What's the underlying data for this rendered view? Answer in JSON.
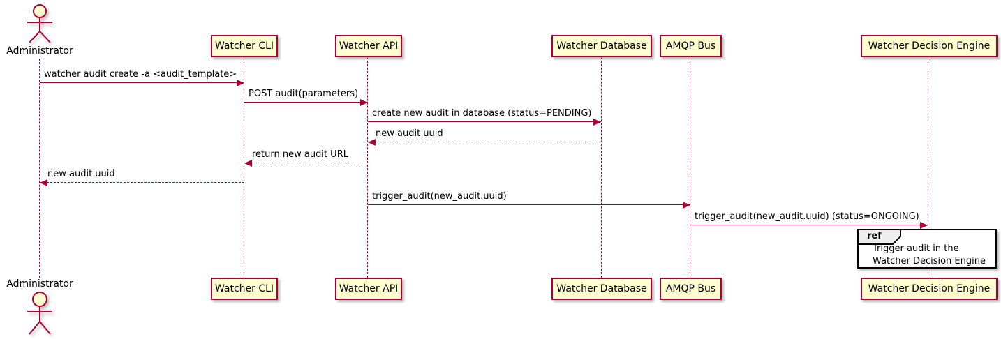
{
  "participants": [
    {
      "name": "Administrator",
      "kind": "actor"
    },
    {
      "name": "Watcher CLI",
      "kind": "participant"
    },
    {
      "name": "Watcher API",
      "kind": "participant"
    },
    {
      "name": "Watcher Database",
      "kind": "participant"
    },
    {
      "name": "AMQP Bus",
      "kind": "participant"
    },
    {
      "name": "Watcher Decision Engine",
      "kind": "participant"
    }
  ],
  "messages": [
    {
      "from": "Administrator",
      "to": "Watcher CLI",
      "label": "watcher audit create -a <audit_template>",
      "line": "solid",
      "direction": "right"
    },
    {
      "from": "Watcher CLI",
      "to": "Watcher API",
      "label": "POST audit(parameters)",
      "line": "solid",
      "direction": "right"
    },
    {
      "from": "Watcher API",
      "to": "Watcher Database",
      "label": "create new audit in database (status=PENDING)",
      "line": "solid",
      "direction": "right"
    },
    {
      "from": "Watcher Database",
      "to": "Watcher API",
      "label": "new audit uuid",
      "line": "dashed",
      "direction": "left"
    },
    {
      "from": "Watcher API",
      "to": "Watcher CLI",
      "label": "return new audit URL",
      "line": "dashed",
      "direction": "left"
    },
    {
      "from": "Watcher CLI",
      "to": "Administrator",
      "label": "new audit uuid",
      "line": "dashed",
      "direction": "left"
    },
    {
      "from": "Watcher API",
      "to": "AMQP Bus",
      "label": "trigger_audit(new_audit.uuid)",
      "line": "solid",
      "direction": "right"
    },
    {
      "from": "AMQP Bus",
      "to": "Watcher Decision Engine",
      "label": "trigger_audit(new_audit.uuid) (status=ONGOING)",
      "line": "solid",
      "direction": "right"
    }
  ],
  "ref_fragment": {
    "keyword": "ref",
    "over": "Watcher Decision Engine",
    "line1": "Trigger audit in the",
    "line2": "Watcher Decision Engine"
  },
  "colors": {
    "participant_fill": "#FEFECE",
    "participant_border": "#A80036",
    "lifeline": "#A80036",
    "arrow": "#A80036",
    "text": "#000000",
    "ref_border": "#000000",
    "ref_header_fill": "#EEEEEE",
    "ref_body_fill": "#FFFFFF",
    "background": "#FFFFFF"
  }
}
